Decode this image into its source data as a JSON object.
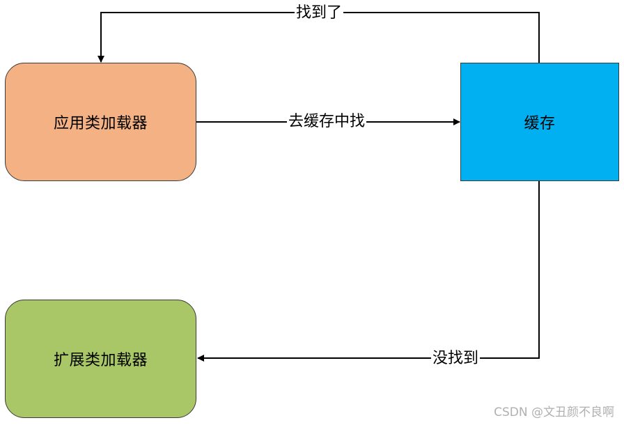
{
  "nodes": {
    "app_loader": "应用类加载器",
    "cache": "缓存",
    "ext_loader": "扩展类加载器"
  },
  "edges": {
    "search_cache": "去缓存中找",
    "found": "找到了",
    "not_found": "没找到"
  },
  "watermark": "CSDN @文丑颜不良啊",
  "colors": {
    "app_loader": "#f4b183",
    "cache": "#00b0f0",
    "ext_loader": "#a9c766",
    "edge": "#000000"
  }
}
